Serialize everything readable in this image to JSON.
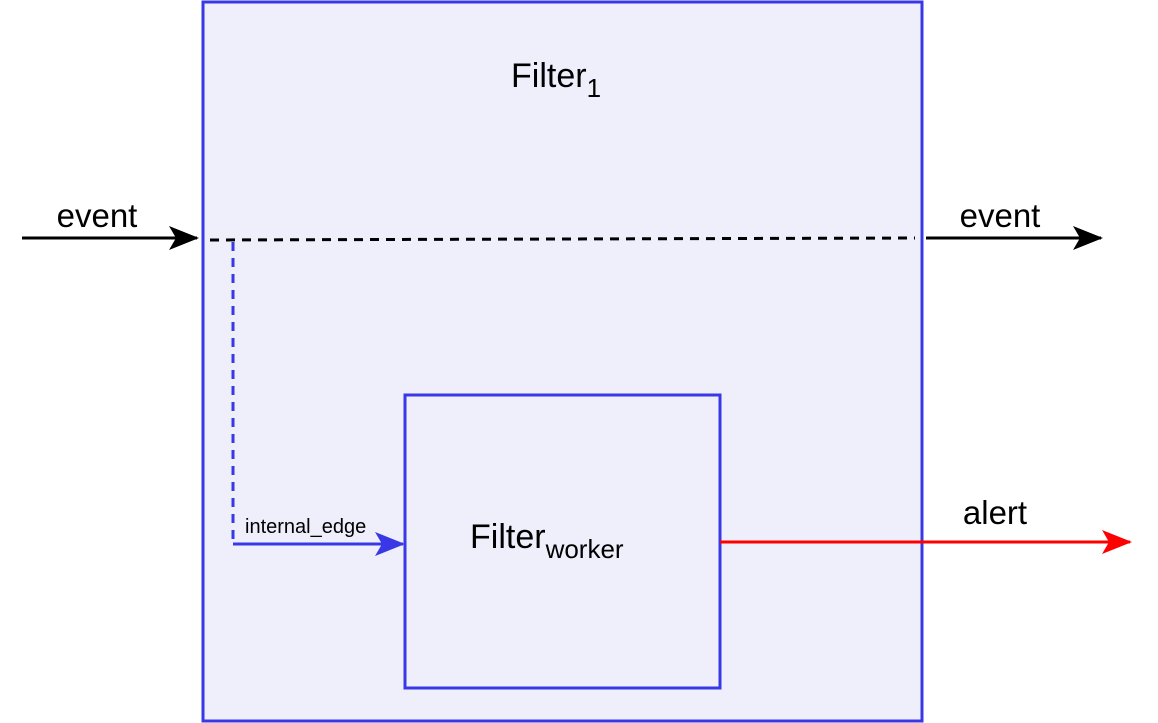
{
  "colors": {
    "outer_fill": "#efeefb",
    "outer_stroke": "#3838e6",
    "inner_stroke": "#3838e6",
    "event_line": "#000000",
    "internal_edge": "#3838e6",
    "alert": "#ff0000"
  },
  "outer_node": {
    "label_main": "Filter",
    "label_sub": "1"
  },
  "inner_node": {
    "label_main": "Filter",
    "label_sub": "worker"
  },
  "edges": {
    "event_in": "event",
    "event_out": "event",
    "internal": "internal_edge",
    "alert": "alert"
  }
}
